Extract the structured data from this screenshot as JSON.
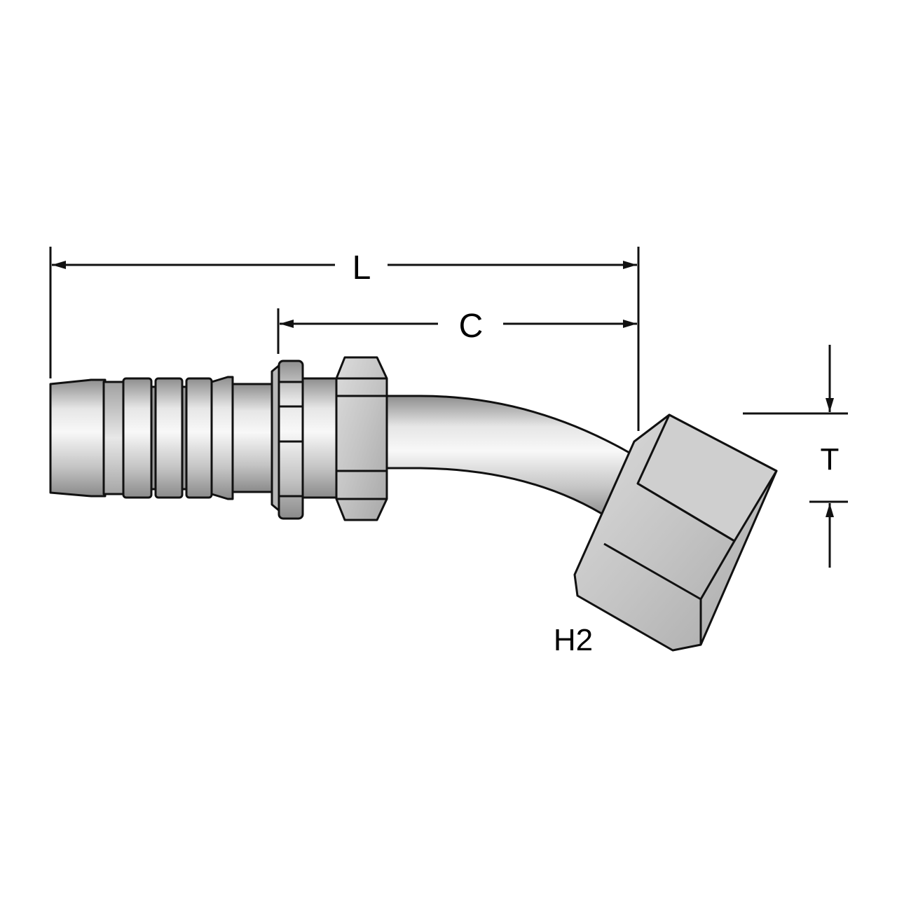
{
  "diagram": {
    "labels": {
      "overall_length": "L",
      "centerline_length": "C",
      "thread_size": "T",
      "hex_size": "H2"
    },
    "colors": {
      "line": "#111111",
      "metal_light": "#f2f2f2",
      "metal_mid": "#c8c8c8",
      "metal_dark": "#8a8a8a",
      "background": "#ffffff"
    }
  }
}
